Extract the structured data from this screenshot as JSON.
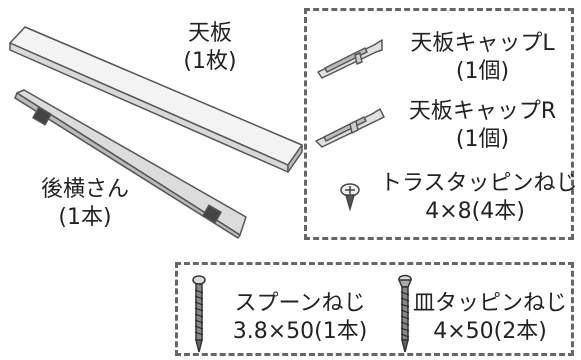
{
  "parts": {
    "top_board": {
      "name": "天板",
      "qty": "(1枚)"
    },
    "back_rail": {
      "name": "後横さん",
      "qty": "(1本)"
    },
    "cap_l": {
      "name": "天板キャップL",
      "qty": "(1個)"
    },
    "cap_r": {
      "name": "天板キャップR",
      "qty": "(1個)"
    },
    "truss_screw": {
      "name": "トラスタッピンねじ",
      "qty": "4×8(4本)"
    },
    "spoon_screw": {
      "name": "スプーンねじ",
      "qty": "3.8×50(1本)"
    },
    "flat_screw": {
      "name": "皿タッピンねじ",
      "qty": "4×50(2本)"
    }
  },
  "colors": {
    "outline": "#555555",
    "board_fill": "#f3f3f3",
    "rail_fill": "#ececec",
    "dash": "#666666"
  }
}
